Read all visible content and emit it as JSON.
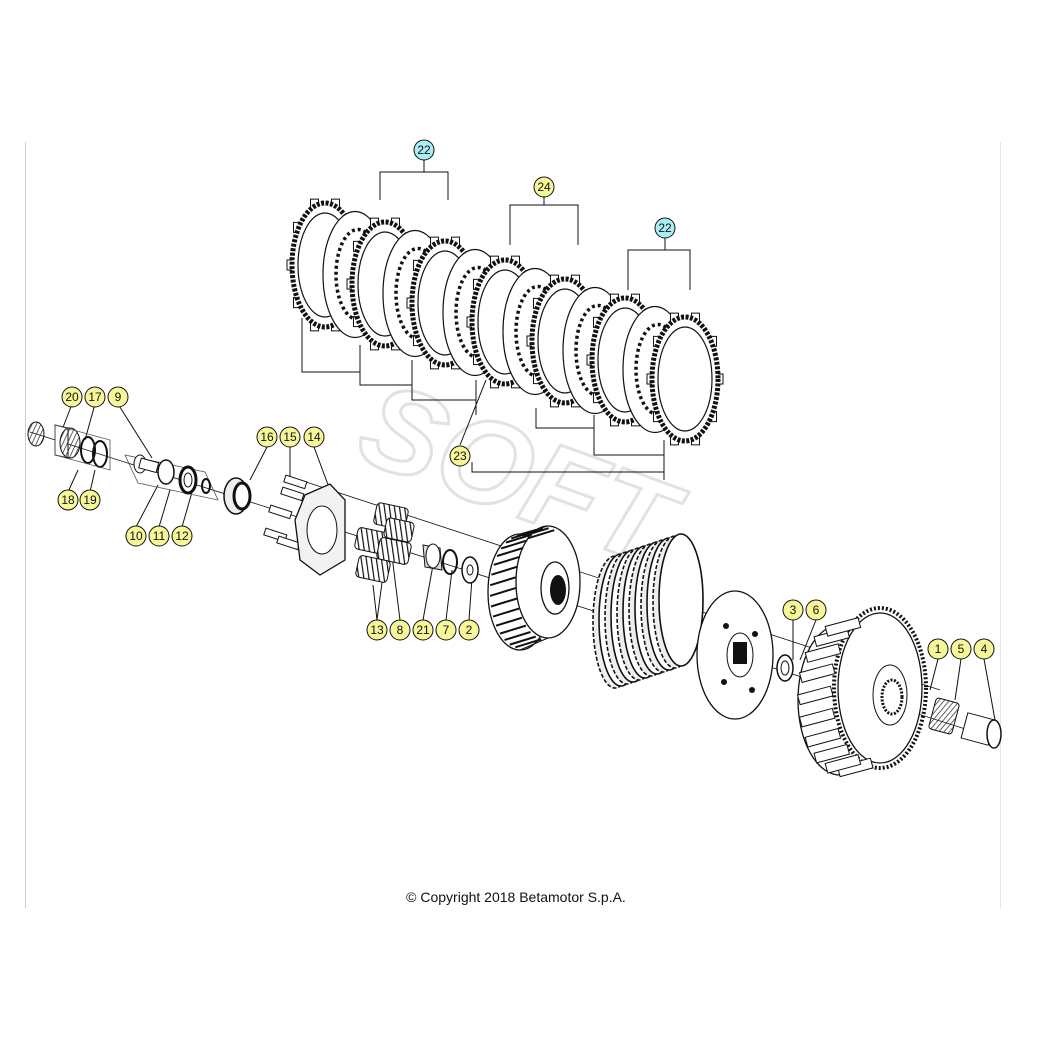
{
  "copyright": "© Copyright 2018 Betamotor S.p.A.",
  "watermark": "SOFT",
  "colors": {
    "callout_yellow": "#f7f79a",
    "callout_cyan": "#a9eef4",
    "line": "#111111",
    "part_fill": "#f4f4f4",
    "part_dark": "#2a2a2a"
  },
  "callouts": [
    {
      "id": "c22a",
      "label": "22",
      "style": "cyan"
    },
    {
      "id": "c24",
      "label": "24",
      "style": "yellow"
    },
    {
      "id": "c22b",
      "label": "22",
      "style": "cyan"
    },
    {
      "id": "c23",
      "label": "23",
      "style": "yellow"
    },
    {
      "id": "c20",
      "label": "20",
      "style": "yellow"
    },
    {
      "id": "c17",
      "label": "17",
      "style": "yellow"
    },
    {
      "id": "c9",
      "label": "9",
      "style": "yellow"
    },
    {
      "id": "c18",
      "label": "18",
      "style": "yellow"
    },
    {
      "id": "c19",
      "label": "19",
      "style": "yellow"
    },
    {
      "id": "c10",
      "label": "10",
      "style": "yellow"
    },
    {
      "id": "c11",
      "label": "11",
      "style": "yellow"
    },
    {
      "id": "c12",
      "label": "12",
      "style": "yellow"
    },
    {
      "id": "c16",
      "label": "16",
      "style": "yellow"
    },
    {
      "id": "c15",
      "label": "15",
      "style": "yellow"
    },
    {
      "id": "c14",
      "label": "14",
      "style": "yellow"
    },
    {
      "id": "c13",
      "label": "13",
      "style": "yellow"
    },
    {
      "id": "c8",
      "label": "8",
      "style": "yellow"
    },
    {
      "id": "c21",
      "label": "21",
      "style": "yellow"
    },
    {
      "id": "c7",
      "label": "7",
      "style": "yellow"
    },
    {
      "id": "c2",
      "label": "2",
      "style": "yellow"
    },
    {
      "id": "c3",
      "label": "3",
      "style": "yellow"
    },
    {
      "id": "c6",
      "label": "6",
      "style": "yellow"
    },
    {
      "id": "c1",
      "label": "1",
      "style": "yellow"
    },
    {
      "id": "c5",
      "label": "5",
      "style": "yellow"
    },
    {
      "id": "c4",
      "label": "4",
      "style": "yellow"
    }
  ]
}
